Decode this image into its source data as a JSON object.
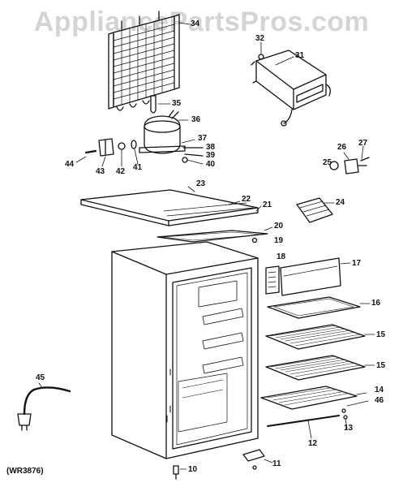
{
  "watermark": "AppliancePartsPros.com",
  "model_code": "(WR3876)",
  "callouts": {
    "c34": "34",
    "c32": "32",
    "c31": "31",
    "c35": "35",
    "c36": "36",
    "c37": "37",
    "c38": "38",
    "c39": "39",
    "c40": "40",
    "c41": "41",
    "c42": "42",
    "c43": "43",
    "c44": "44",
    "c26": "26",
    "c27": "27",
    "c25": "25",
    "c24": "24",
    "c23": "23",
    "c22": "22",
    "c21": "21",
    "c20": "20",
    "c19": "19",
    "c18": "18",
    "c17": "17",
    "c16": "16",
    "c15a": "15",
    "c15b": "15",
    "c14": "14",
    "c46": "46",
    "c13": "13",
    "c12": "12",
    "c11": "11",
    "c10": "10",
    "c45": "45"
  },
  "colors": {
    "ink": "#111111",
    "watermark": "#d4d4d4"
  }
}
